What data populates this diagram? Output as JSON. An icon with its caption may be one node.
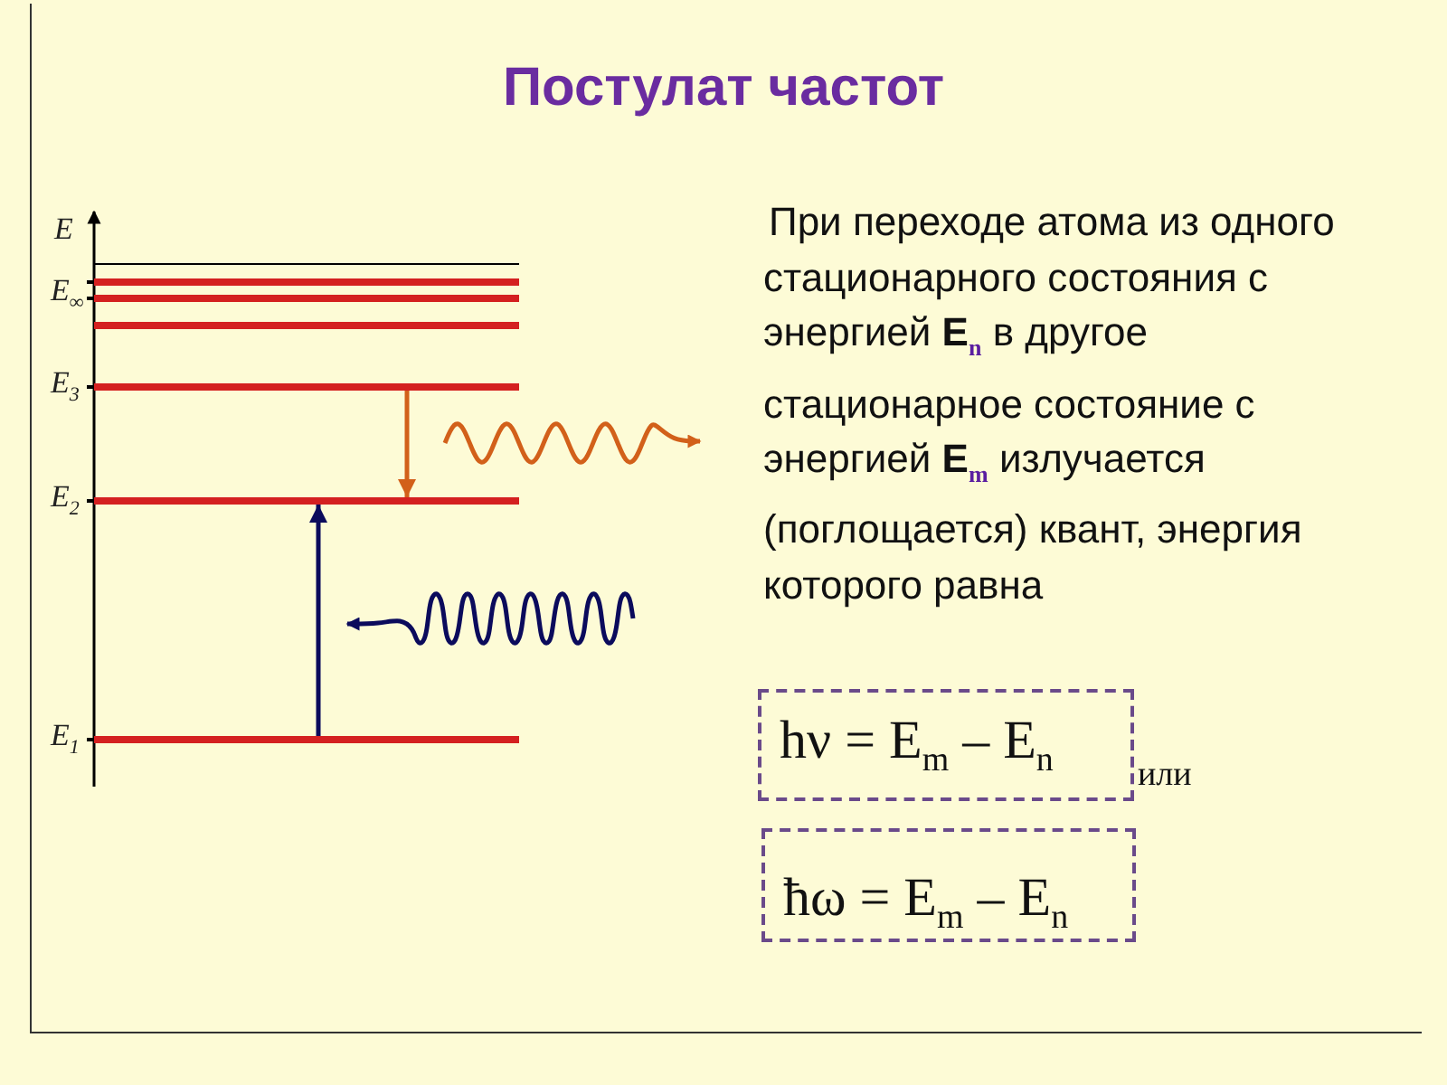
{
  "diagram": {
    "title": "Постулат частот",
    "nodes": [
      {
        "text": [],
        "shape": "bar"
      },
      {
        "text": [],
        "shape": "bar",
        "beside": [
          "E$_{∞}$"
        ]
      },
      {
        "text": [],
        "shape": "bar"
      },
      {
        "text": [],
        "shape": "bar",
        "beside": [
          "E$_{3}$"
        ]
      },
      {
        "text": [],
        "shape": "bar",
        "beside": [
          "E$_{2}$"
        ]
      },
      {
        "text": [],
        "shape": "bar",
        "beside": [
          "E$_{1}$"
        ]
      },
      {
        "text": [
          "hν = E$_{m}$ – E$_{n}$"
        ],
        "beside": [
          "или"
        ]
      },
      {
        "text": [
          "ħω = E$_{m}$ – E$_{n}$"
        ]
      }
    ],
    "edges": [
      {
        "from": 3,
        "to": 4,
        "arrow": "to",
        "color": "#d2601a"
      },
      {
        "from": 5,
        "to": 4,
        "arrow": "to",
        "color": "#0b0b5c"
      }
    ],
    "labels": [
      "E",
      "При переходе атома из одного стационарного состояния с энергией **E**$_{n}$ в другое стационарное состояние с энергией **E**$_{m}$ излучается (поглощается) квант, энергия которого равна"
    ]
  }
}
